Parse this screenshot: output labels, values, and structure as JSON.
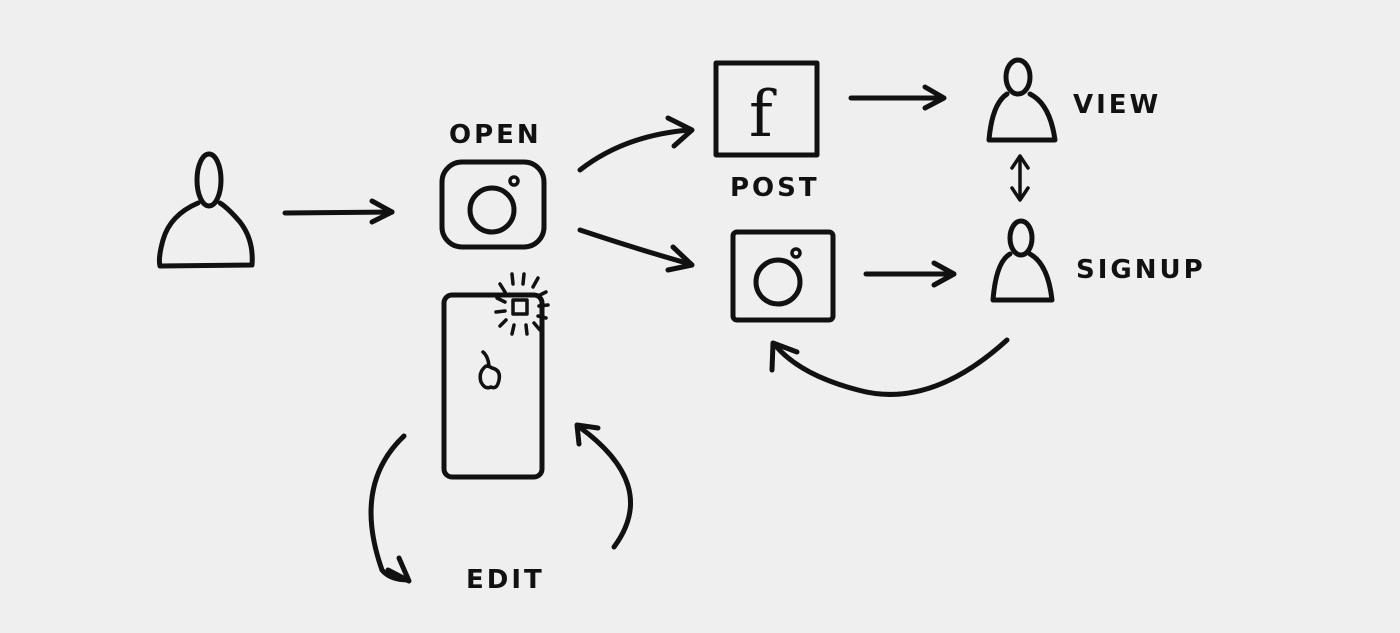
{
  "labels": {
    "open": "OPEN",
    "post": "POST",
    "view": "VIEW",
    "signup": "SIGNUP",
    "edit": "EDIT"
  },
  "icons": {
    "facebook_letter": "f"
  },
  "colors": {
    "paper": "#efefef",
    "ink": "#111111"
  }
}
